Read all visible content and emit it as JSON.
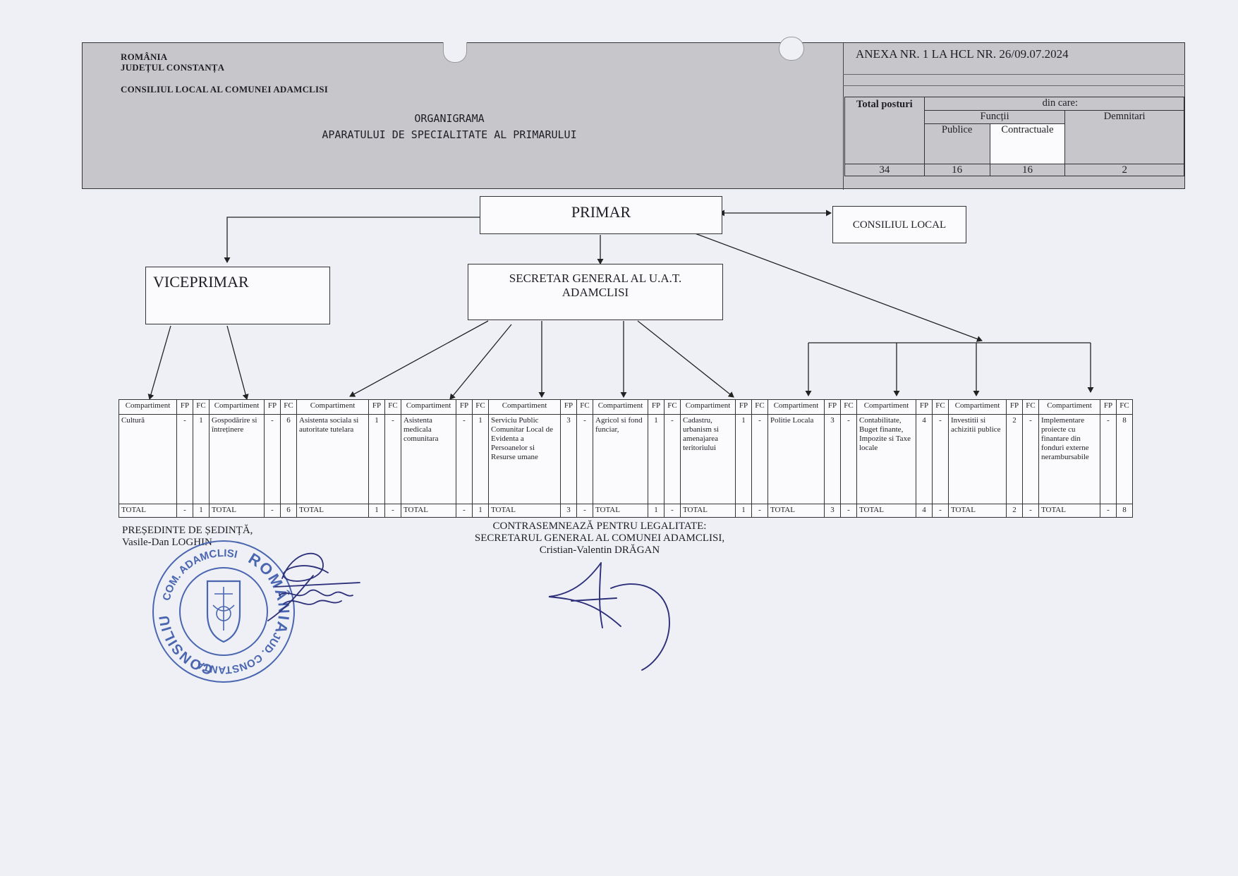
{
  "header": {
    "country": "ROMÂNIA",
    "county": "JUDEȚUL CONSTANȚA",
    "council": "CONSILIUL LOCAL AL COMUNEI ADAMCLISI",
    "title_1": "ORGANIGRAMA",
    "title_2": "APARATULUI DE SPECIALITATE AL PRIMARULUI",
    "annex": "ANEXA NR. 1 LA HCL NR. 26/09.07.2024"
  },
  "posts": {
    "total_label": "Total posturi",
    "din_care": "din care:",
    "functii": "Funcții",
    "publice": "Publice",
    "contractuale": "Contractuale",
    "demnitari": "Demnitari",
    "total": "34",
    "publice_value": "16",
    "contractuale_value": "16",
    "demnitari_value": "2"
  },
  "org": {
    "primar": "PRIMAR",
    "consiliu": "CONSILIUL LOCAL",
    "viceprimar": "VICEPRIMAR",
    "secretar_1": "SECRETAR GENERAL AL U.A.T.",
    "secretar_2": "ADAMCLISI"
  },
  "table": {
    "col_compartiment": "Compartiment",
    "col_fp": "FP",
    "col_fc": "FC",
    "total_label": "TOTAL",
    "departments": [
      {
        "name": "Cultură",
        "fp": "-",
        "fc": "1",
        "tfp": "-",
        "tfc": "1"
      },
      {
        "name": "Gospodărire si întreținere",
        "fp": "-",
        "fc": "6",
        "tfp": "-",
        "tfc": "6"
      },
      {
        "name": "Asistenta sociala si autoritate tutelara",
        "fp": "1",
        "fc": "-",
        "tfp": "1",
        "tfc": "-"
      },
      {
        "name": "Asistenta medicala comunitara",
        "fp": "-",
        "fc": "1",
        "tfp": "-",
        "tfc": "1"
      },
      {
        "name": "Serviciu Public Comunitar Local de Evidenta a Persoanelor si Resurse umane",
        "fp": "3",
        "fc": "-",
        "tfp": "3",
        "tfc": "-"
      },
      {
        "name": "Agricol si fond funciar,",
        "fp": "1",
        "fc": "-",
        "tfp": "1",
        "tfc": "-"
      },
      {
        "name": "Cadastru, urbanism si amenajarea teritoriului",
        "fp": "1",
        "fc": "-",
        "tfp": "1",
        "tfc": "-"
      },
      {
        "name": "Politie Locala",
        "fp": "3",
        "fc": "-",
        "tfp": "3",
        "tfc": "-"
      },
      {
        "name": "Contabilitate, Buget finante, Impozite si Taxe locale",
        "fp": "4",
        "fc": "-",
        "tfp": "4",
        "tfc": "-"
      },
      {
        "name": "Investitii si achizitii publice",
        "fp": "2",
        "fc": "-",
        "tfp": "2",
        "tfc": "-"
      },
      {
        "name": "Implementare proiecte cu finantare din fonduri externe nerambursabile",
        "fp": "-",
        "fc": "8",
        "tfp": "-",
        "tfc": "8"
      }
    ]
  },
  "signatures": {
    "left_role": "PREȘEDINTE DE ȘEDINȚĂ,",
    "left_name": "Vasile-Dan LOGHIN",
    "right_1": "CONTRASEMNEAZĂ PENTRU LEGALITATE:",
    "right_2": "SECRETARUL GENERAL AL COMUNEI ADAMCLISI,",
    "right_3": "Cristian-Valentin DRĂGAN"
  },
  "stamp": {
    "top": "ROMÂNIA",
    "left": "JUD. CONSTANTA",
    "right": "COM. ADAMCLISI",
    "bottom": "CONSILIUL LOCAL"
  },
  "colors": {
    "paper": "#eef0f6",
    "header_gray": "#c7c7cb",
    "stamp_blue": "#4a66b0",
    "signature_ink": "#2d2f7a"
  }
}
